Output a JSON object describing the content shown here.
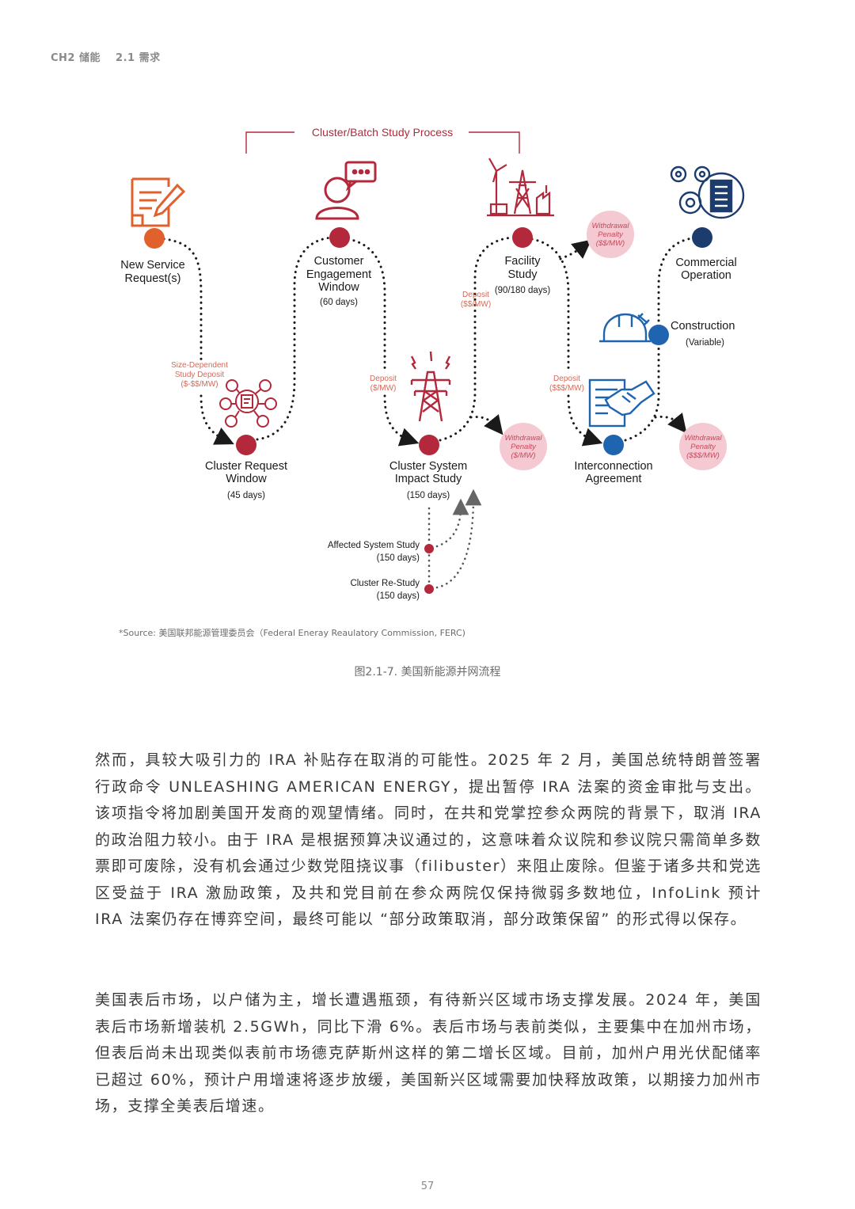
{
  "header": {
    "chapter": "CH2 储能",
    "section": "2.1 需求"
  },
  "diagram": {
    "bracket_label": "Cluster/Batch Study Process",
    "nodes": [
      {
        "id": "new_service",
        "label1": "New Service",
        "label2": "Request(s)",
        "duration": ""
      },
      {
        "id": "cluster_request",
        "label1": "Cluster Request",
        "label2": "Window",
        "duration": "(45 days)"
      },
      {
        "id": "customer_engagement",
        "label1": "Customer",
        "label2": "Engagement",
        "label3": "Window",
        "duration": "(60 days)"
      },
      {
        "id": "cluster_system",
        "label1": "Cluster System",
        "label2": "Impact Study",
        "duration": "(150 days)"
      },
      {
        "id": "facility_study",
        "label1": "Facility",
        "label2": "Study",
        "duration": "(90/180 days)"
      },
      {
        "id": "interconnection",
        "label1": "Interconnection",
        "label2": "Agreement",
        "duration": ""
      },
      {
        "id": "construction",
        "label1": "Construction",
        "duration": "(Variable)"
      },
      {
        "id": "commercial",
        "label1": "Commercial",
        "label2": "Operation",
        "duration": ""
      }
    ],
    "deposits": {
      "size_dependent": {
        "line1": "Size-Dependent",
        "line2": "Study Deposit",
        "line3": "($-$$/MW)"
      },
      "d1": {
        "line1": "Deposit",
        "line2": "($/MW)"
      },
      "d2": {
        "line1": "Deposit",
        "line2": "($$/MW)"
      },
      "d3": {
        "line1": "Deposit",
        "line2": "($$$/MW)"
      }
    },
    "withdrawals": {
      "w1": {
        "line1": "Withdrawal",
        "line2": "Penalty",
        "line3": "($/MW)"
      },
      "w2": {
        "line1": "Withdrawal",
        "line2": "Penalty",
        "line3": "($$/MW)"
      },
      "w3": {
        "line1": "Withdrawal",
        "line2": "Penalty",
        "line3": "($$$/MW)"
      }
    },
    "restudies": [
      {
        "label": "Affected System Study",
        "duration": "(150 days)"
      },
      {
        "label": "Cluster Re-Study",
        "duration": "(150 days)"
      }
    ],
    "colors": {
      "orange": "#e0612c",
      "red": "#b3283a",
      "blue": "#1e64ae",
      "navy": "#1d3c6e",
      "pink": "#f4c9d1"
    },
    "icons": [
      "document-pen-icon",
      "person-chat-icon",
      "wind-tower-factory-icon",
      "gears-building-icon",
      "network-document-icon",
      "power-tower-icon",
      "contract-handshake-icon",
      "engineer-helmet-icon"
    ]
  },
  "source": "*Source: 美国联邦能源管理委员会（Federal Eneray Reaulatory Commission, FERC)",
  "caption": "图2.1-7. 美国新能源并网流程",
  "paragraphs": [
    "然而，具较大吸引力的 IRA 补贴存在取消的可能性。2025 年 2 月，美国总统特朗普签署行政命令 UNLEASHING AMERICAN ENERGY，提出暂停 IRA 法案的资金审批与支出。该项指令将加剧美国开发商的观望情绪。同时，在共和党掌控参众两院的背景下，取消 IRA 的政治阻力较小。由于 IRA 是根据预算决议通过的，这意味着众议院和参议院只需简单多数票即可废除，没有机会通过少数党阻挠议事（filibuster）来阻止废除。但鉴于诸多共和党选区受益于 IRA 激励政策，及共和党目前在参众两院仅保持微弱多数地位，InfoLink 预计 IRA 法案仍存在博弈空间，最终可能以 “部分政策取消，部分政策保留” 的形式得以保存。",
    "美国表后市场，以户储为主，增长遭遇瓶颈，有待新兴区域市场支撑发展。2024 年，美国表后市场新增装机 2.5GWh，同比下滑 6%。表后市场与表前类似，主要集中在加州市场，但表后尚未出现类似表前市场德克萨斯州这样的第二增长区域。目前，加州户用光伏配储率已超过 60%，预计户用增速将逐步放缓，美国新兴区域需要加快释放政策，以期接力加州市场，支撑全美表后增速。"
  ],
  "page_number": "57"
}
